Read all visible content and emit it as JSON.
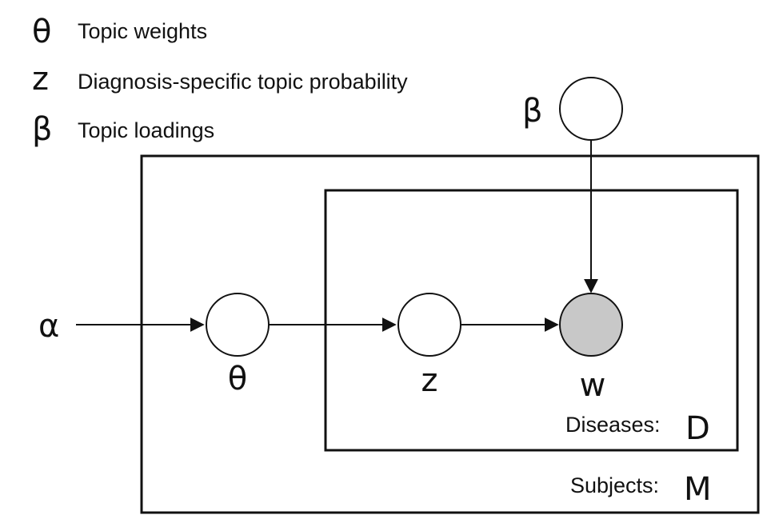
{
  "legend": [
    {
      "symbol": "θ",
      "text": "Topic weights"
    },
    {
      "symbol": "z",
      "text": "Diagnosis-specific topic probability"
    },
    {
      "symbol": "β",
      "text": "Topic loadings"
    }
  ],
  "nodes": {
    "alpha": "α",
    "theta": "θ",
    "z": "z",
    "w": "w",
    "beta": "β"
  },
  "plates": {
    "outer_label": "Subjects:",
    "outer_symbol": "M",
    "inner_label": "Diseases:",
    "inner_symbol": "D"
  },
  "colors": {
    "observed_fill": "#c8c8c8",
    "latent_fill": "#ffffff",
    "line": "#111111"
  }
}
